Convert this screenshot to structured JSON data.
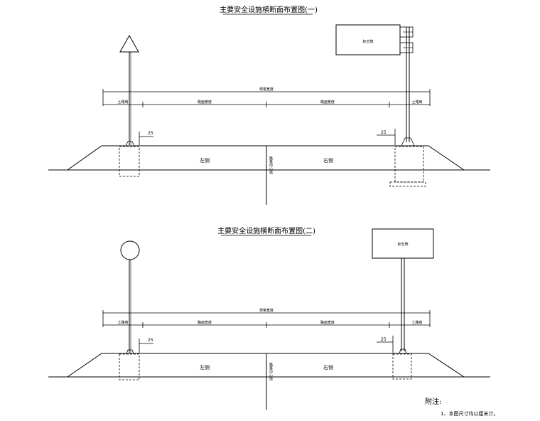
{
  "diagram1": {
    "title": "主要安全设施横断面布置图(一)",
    "sign_panel_label": "标志牌",
    "overall_width_label": "规格宽度",
    "segments": [
      "土路肩",
      "路面宽度",
      "路面宽度",
      "土路肩"
    ],
    "offset_left": "25",
    "offset_right": "25",
    "left_side_label": "左侧",
    "right_side_label": "右侧",
    "centerline_label": "路基中心线"
  },
  "diagram2": {
    "title": "主要安全设施横断面布置图(二)",
    "sign_panel_label": "标志牌",
    "overall_width_label": "规格宽度",
    "segments": [
      "土路肩",
      "路面宽度",
      "路面宽度",
      "土路肩"
    ],
    "offset_left": "25",
    "offset_right": "25",
    "left_side_label": "左侧",
    "right_side_label": "右侧",
    "centerline_label": "路基中心线"
  },
  "notes": {
    "title": "附注:",
    "items": [
      "1、本图尺寸均以厘米计。"
    ]
  },
  "colors": {
    "line": "#000000",
    "background": "#ffffff"
  }
}
